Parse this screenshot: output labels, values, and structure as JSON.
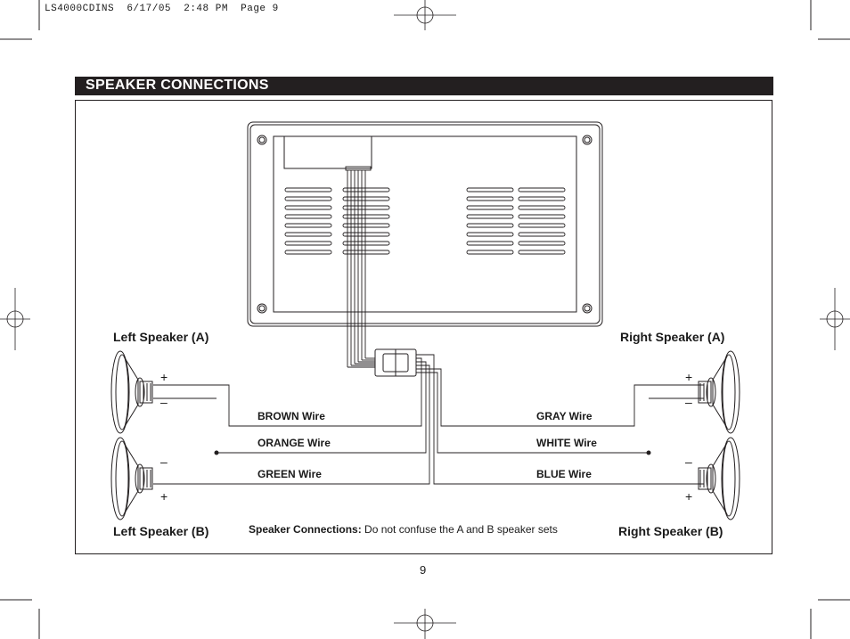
{
  "print_slug": "LS4000CDINS  6/17/05  2:48 PM  Page 9",
  "section_title": "SPEAKER CONNECTIONS",
  "speakers": {
    "left_a": "Left Speaker (A)",
    "left_b": "Left Speaker (B)",
    "right_a": "Right Speaker (A)",
    "right_b": "Right Speaker (B)"
  },
  "polarity": {
    "plus": "+",
    "minus": "–"
  },
  "wires": {
    "brown": "BROWN Wire",
    "orange": "ORANGE Wire",
    "green": "GREEN Wire",
    "gray": "GRAY Wire",
    "white": "WHITE Wire",
    "blue": "BLUE Wire"
  },
  "note": {
    "label": "Speaker Connections:",
    "text": " Do not confuse the A and B speaker sets"
  },
  "page_number": "9"
}
